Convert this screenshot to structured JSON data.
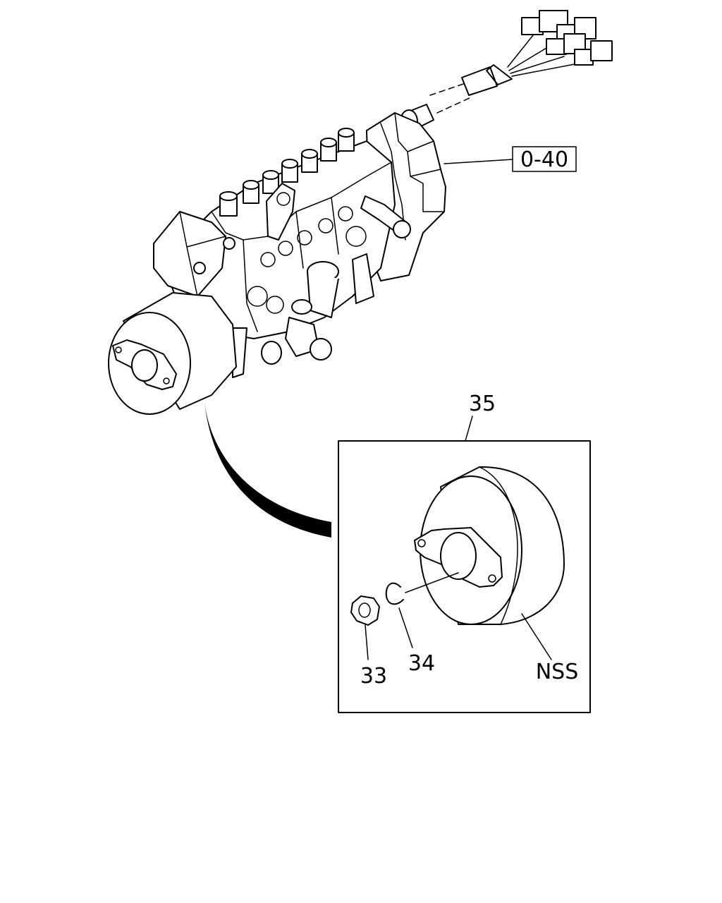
{
  "labels": {
    "ref_box": "0-40",
    "group": "35",
    "nut": "33",
    "clip": "34",
    "nss": "NSS"
  }
}
